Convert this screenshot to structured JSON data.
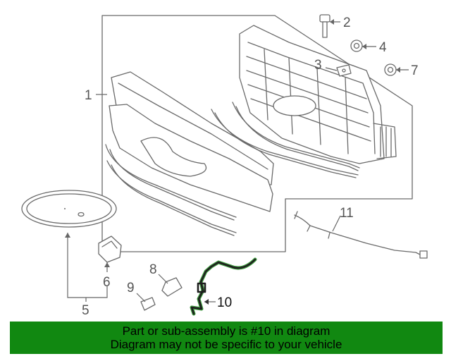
{
  "callouts": {
    "c1": "1",
    "c2": "2",
    "c3": "3",
    "c4": "4",
    "c5": "5",
    "c6": "6",
    "c7": "7",
    "c8": "8",
    "c9": "9",
    "c10": "10",
    "c11": "11"
  },
  "banner": {
    "line1": "Part or sub-assembly is #10 in diagram",
    "line2": "Diagram may not be specific to your vehicle"
  },
  "colors": {
    "banner_bg": "#118811",
    "highlight": "#1c8a1c"
  }
}
